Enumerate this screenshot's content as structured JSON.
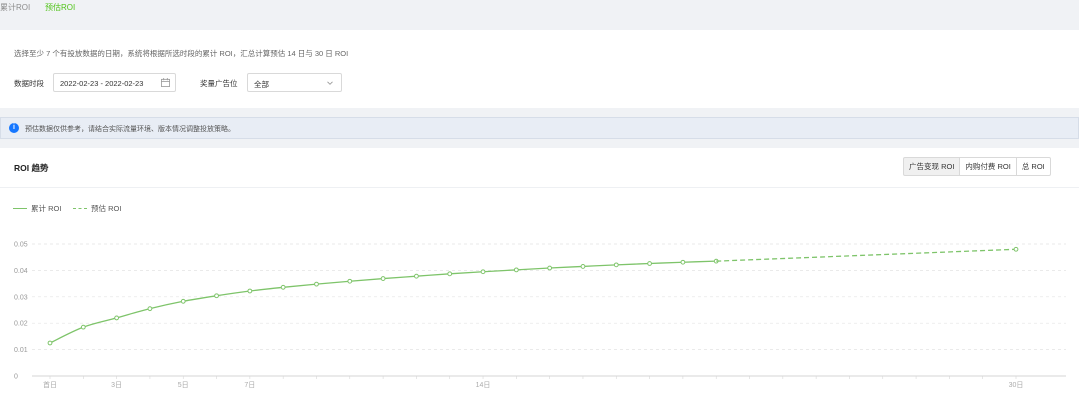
{
  "tabs": [
    {
      "label": "累计ROI",
      "active": false
    },
    {
      "label": "预估ROI",
      "active": true
    }
  ],
  "filter": {
    "hint": "选择至少 7 个有投放数据的日期，系统将根据所选时段的累计 ROI，汇总计算预估 14 日与 30 日 ROI",
    "date_label": "数据时段",
    "date_value": "2022-02-23 - 2022-02-23",
    "ad_slot_label": "奖量广告位",
    "ad_slot_value": "全部"
  },
  "info": {
    "icon": "info-icon",
    "message": "预估数据仅供参考，请结合实际流量环境、版本情况调整投放策略。"
  },
  "chart_header": {
    "title": "ROI 趋势",
    "segments": [
      {
        "label": "广告变现 ROI",
        "active": true
      },
      {
        "label": "内购付费 ROI",
        "active": false
      },
      {
        "label": "总 ROI",
        "active": false
      }
    ]
  },
  "colors": {
    "accent": "#52c41a",
    "line": "#7ec46a"
  },
  "chart_data": {
    "type": "line",
    "x_tick_labels": [
      {
        "day": 1,
        "label": "首日"
      },
      {
        "day": 3,
        "label": "3日"
      },
      {
        "day": 5,
        "label": "5日"
      },
      {
        "day": 7,
        "label": "7日"
      },
      {
        "day": 14,
        "label": "14日"
      },
      {
        "day": 30,
        "label": "30日"
      }
    ],
    "xlim": [
      1,
      30
    ],
    "ylim": [
      0,
      0.05
    ],
    "y_ticks": [
      "0",
      "0.01",
      "0.02",
      "0.03",
      "0.04",
      "0.05"
    ],
    "grid": true,
    "legend_position": "top-left",
    "series": [
      {
        "name": "累计 ROI",
        "style": "solid",
        "x": [
          1,
          2,
          3,
          4,
          5,
          6,
          7,
          8,
          9,
          10,
          11,
          12,
          13,
          14,
          15,
          16,
          17,
          18,
          19,
          20,
          21
        ],
        "values": [
          0.0125,
          0.0185,
          0.022,
          0.0255,
          0.0283,
          0.0304,
          0.0322,
          0.0336,
          0.0348,
          0.0359,
          0.0369,
          0.0378,
          0.0387,
          0.0395,
          0.0402,
          0.0409,
          0.0415,
          0.0421,
          0.0426,
          0.0431,
          0.0435
        ]
      },
      {
        "name": "预估 ROI",
        "style": "dashed",
        "x": [
          21,
          30
        ],
        "values": [
          0.0435,
          0.048
        ]
      }
    ]
  }
}
